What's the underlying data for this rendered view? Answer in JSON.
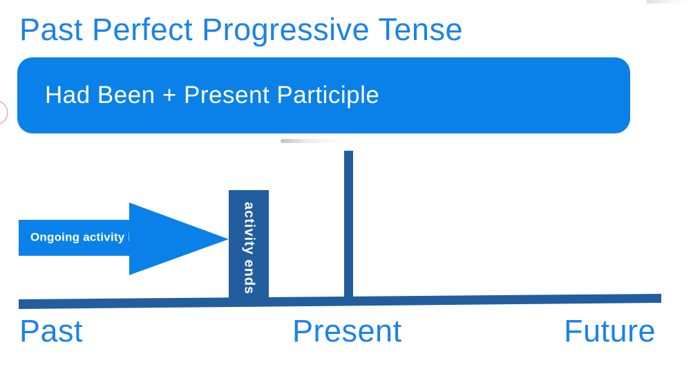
{
  "title": "Past Perfect Progressive Tense",
  "formula_box": {
    "text": "Had Been + Present Participle"
  },
  "diagram": {
    "arrow_label": "Ongoing activity in the past.",
    "bar_label": "activity ends",
    "timeline_labels": {
      "past": "Past",
      "present": "Present",
      "future": "Future"
    }
  },
  "colors": {
    "accent_blue": "#0A81E8",
    "text_blue": "#1C82EA",
    "dark_blue": "#225E9E",
    "label_text": "#FFFFFF",
    "background": "#FFFFFF"
  }
}
